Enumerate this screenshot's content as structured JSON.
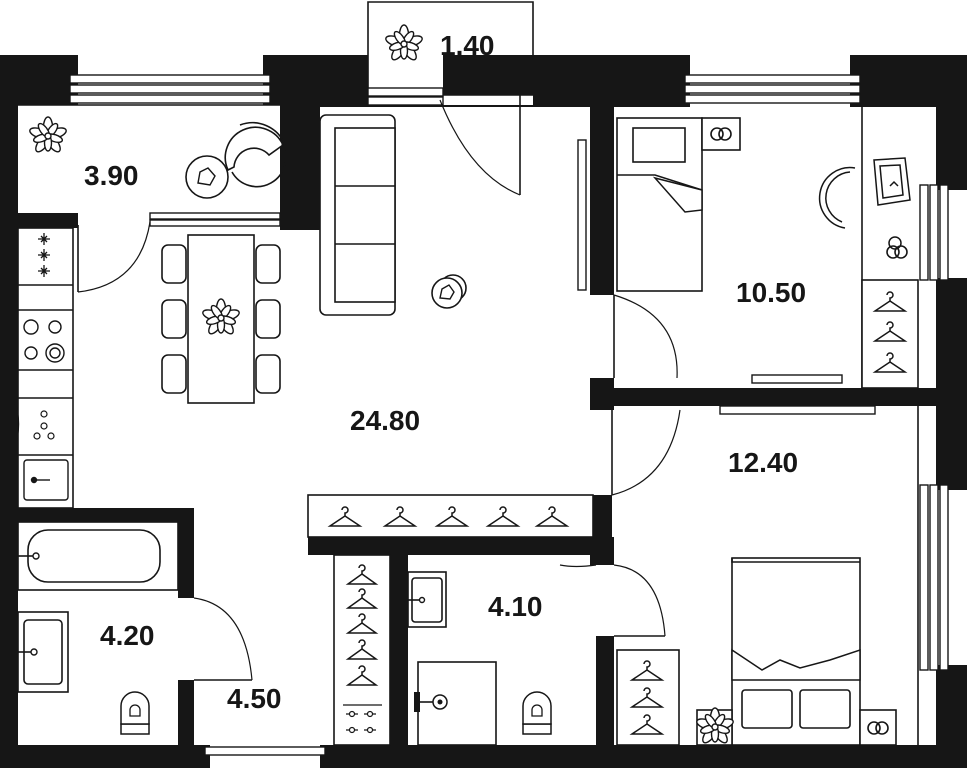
{
  "rooms": {
    "balcony": {
      "area": "1.40"
    },
    "loggia": {
      "area": "3.90"
    },
    "living_kitchen": {
      "area": "24.80"
    },
    "bedroom_small": {
      "area": "10.50"
    },
    "bedroom_large": {
      "area": "12.40"
    },
    "bathroom": {
      "area": "4.20"
    },
    "hallway": {
      "area": "4.50"
    },
    "shower_room": {
      "area": "4.10"
    }
  },
  "icons": {
    "plant": "plant-icon",
    "hanger": "hanger-icon",
    "rings": "rings-icon",
    "ball": "ball-icon",
    "stove": "stove-icon"
  },
  "colors": {
    "wall": "#161616",
    "background": "#ffffff"
  }
}
